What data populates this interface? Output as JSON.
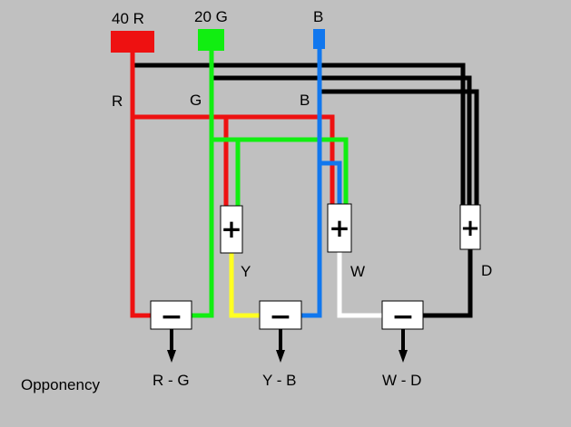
{
  "colors": {
    "background": "#c0c0c0",
    "red": "#ee1111",
    "green": "#11ee11",
    "blue": "#1177ee",
    "black": "#000000",
    "yellow": "#ffff22",
    "white": "#ffffff"
  },
  "inputs": {
    "red": "40 R",
    "green": "20 G",
    "blue": "B"
  },
  "wire_labels": {
    "r": "R",
    "g": "G",
    "b": "B",
    "y": "Y",
    "w": "W",
    "d": "D"
  },
  "units": {
    "plus_symbol": "+",
    "minus_symbol": "−"
  },
  "outputs": {
    "rg": "R - G",
    "yb": "Y - B",
    "wd": "W - D"
  },
  "caption": "Opponency"
}
